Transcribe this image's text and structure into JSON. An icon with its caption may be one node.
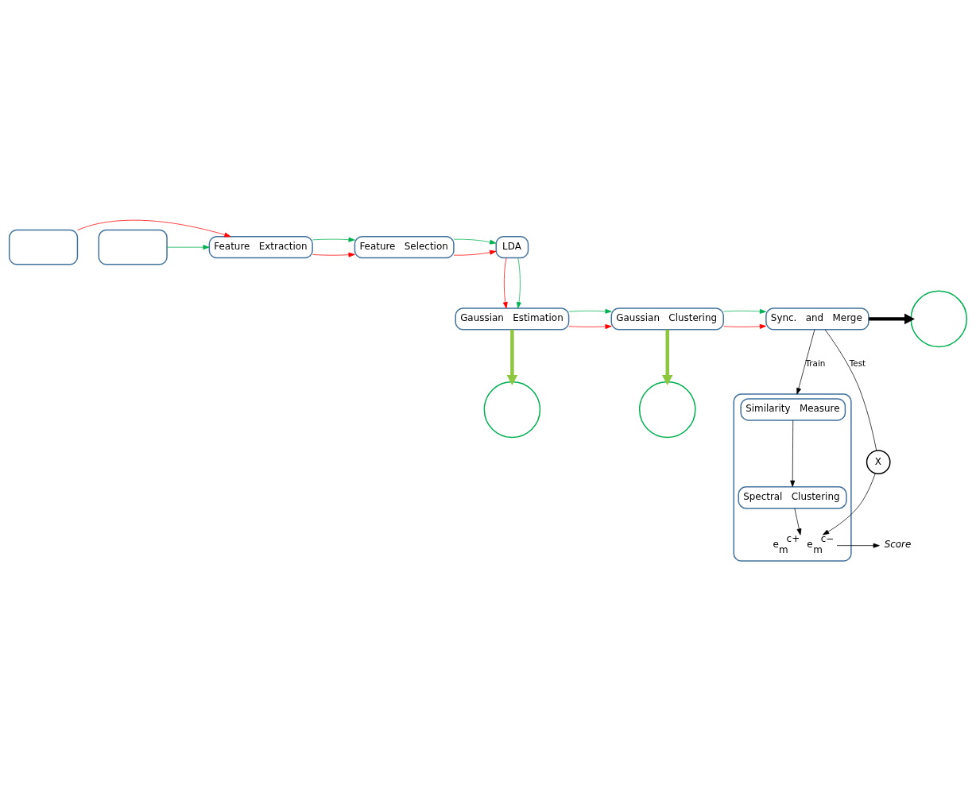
{
  "diagram": {
    "nodes": [
      {
        "text": [],
        "shape": "box"
      },
      {
        "text": [],
        "shape": "box"
      },
      {
        "text": [
          "Feature Extraction"
        ]
      },
      {
        "text": [
          "Feature Selection"
        ]
      },
      {
        "text": [
          "LDA"
        ]
      },
      {
        "text": [
          "Gaussian Estimation"
        ]
      },
      {
        "text": [
          "Gaussian Clustering"
        ]
      },
      {
        "text": [
          "Sync. and Merge"
        ]
      },
      {
        "text": [],
        "shape": "circle"
      },
      {
        "text": [],
        "shape": "circle"
      },
      {
        "text": [],
        "shape": "circle"
      },
      {
        "text": [],
        "shape": "box"
      },
      {
        "text": [
          "Similarity Measure"
        ],
        "in": 11
      },
      {
        "text": [
          "Spectral Clustering"
        ],
        "in": 11
      },
      {
        "text": [
          "e$_{m}$$^{c+}$ e$_{m}$$^{c−}$"
        ],
        "in": 11
      },
      {
        "text": [
          "X"
        ]
      },
      {
        "text": [
          "Score"
        ]
      }
    ],
    "edges": [
      {
        "from": 0,
        "to": 2,
        "arrow": "to",
        "color": "#ff0000"
      },
      {
        "from": 1,
        "to": 2,
        "arrow": "to",
        "color": "#00b050"
      },
      {
        "from": 2,
        "to": 3,
        "arrow": "to",
        "color": "#ff0000"
      },
      {
        "from": 2,
        "to": 3,
        "arrow": "to",
        "color": "#00b050"
      },
      {
        "from": 3,
        "to": 4,
        "arrow": "to",
        "color": "#ff0000"
      },
      {
        "from": 3,
        "to": 4,
        "arrow": "to",
        "color": "#00b050"
      },
      {
        "from": 4,
        "to": 5,
        "arrow": "to",
        "color": "#ff0000"
      },
      {
        "from": 4,
        "to": 5,
        "arrow": "to",
        "color": "#00b050"
      },
      {
        "from": 5,
        "to": 6,
        "arrow": "to",
        "color": "#ff0000"
      },
      {
        "from": 5,
        "to": 6,
        "arrow": "to",
        "color": "#00b050"
      },
      {
        "from": 6,
        "to": 7,
        "arrow": "to",
        "color": "#ff0000"
      },
      {
        "from": 6,
        "to": 7,
        "arrow": "to",
        "color": "#00b050"
      },
      {
        "from": 7,
        "to": 8,
        "arrow": "to",
        "style": "thick"
      },
      {
        "from": 6,
        "to": 9,
        "arrow": "to",
        "style": "thick",
        "color": "#8dc63f"
      },
      {
        "from": 5,
        "to": 10,
        "arrow": "to",
        "style": "thick",
        "color": "#8dc63f"
      },
      {
        "from": 7,
        "to": 11,
        "arrow": "to",
        "label": "Train"
      },
      {
        "from": 7,
        "to": 15,
        "arrow": "none",
        "label": "Test"
      },
      {
        "from": 15,
        "to": 14,
        "arrow": "to"
      },
      {
        "from": 12,
        "to": 13,
        "arrow": "to"
      },
      {
        "from": 13,
        "to": 14,
        "arrow": "to"
      },
      {
        "from": 14,
        "to": 16,
        "arrow": "to"
      }
    ]
  }
}
